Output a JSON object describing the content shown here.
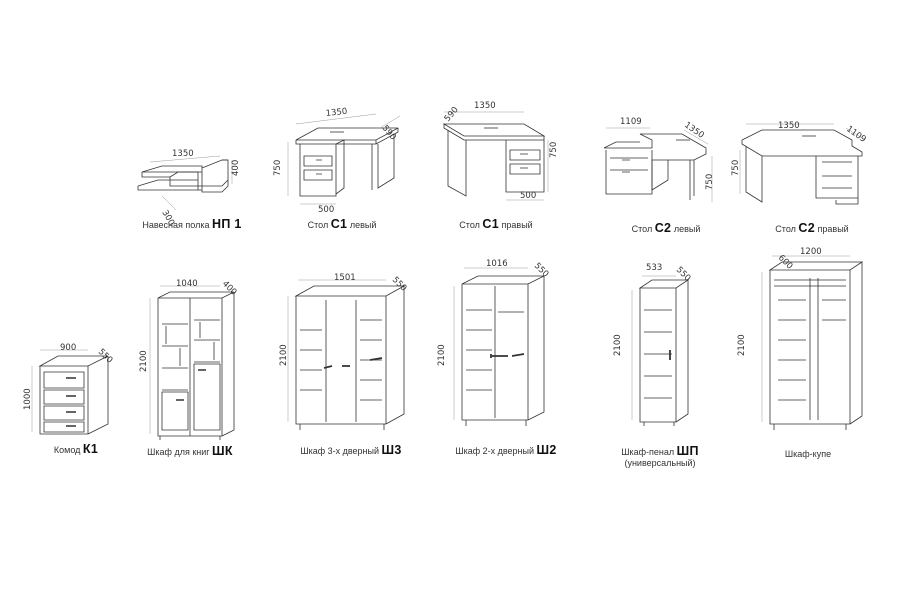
{
  "items": [
    {
      "id": "np1",
      "caption": "Навесная полка",
      "code": "НП 1",
      "dims": [
        "1350",
        "400",
        "300"
      ]
    },
    {
      "id": "c1-left",
      "caption": "Стол",
      "code": "С1",
      "suffix": "левый",
      "dims": [
        "1350",
        "590",
        "750",
        "500"
      ]
    },
    {
      "id": "c1-right",
      "caption": "Стол",
      "code": "С1",
      "suffix": "правый",
      "dims": [
        "1350",
        "590",
        "750",
        "500"
      ]
    },
    {
      "id": "c2-left",
      "caption": "Стол",
      "code": "С2",
      "suffix": "левый",
      "dims": [
        "1109",
        "1350",
        "750"
      ]
    },
    {
      "id": "c2-right",
      "caption": "Стол",
      "code": "С2",
      "suffix": "правый",
      "dims": [
        "1350",
        "1109",
        "750"
      ]
    },
    {
      "id": "k1",
      "caption": "Комод",
      "code": "К1",
      "dims": [
        "900",
        "550",
        "1000"
      ]
    },
    {
      "id": "shk",
      "caption": "Шкаф для книг",
      "code": "ШК",
      "dims": [
        "1040",
        "400",
        "2100"
      ]
    },
    {
      "id": "sh3",
      "caption": "Шкаф 3-х дверный",
      "code": "Ш3",
      "dims": [
        "1501",
        "550",
        "2100"
      ]
    },
    {
      "id": "sh2",
      "caption": "Шкаф 2-х дверный",
      "code": "Ш2",
      "dims": [
        "1016",
        "550",
        "2100"
      ]
    },
    {
      "id": "shp",
      "caption": "Шкаф-пенал",
      "code": "ШП",
      "sub": "(универсальный)",
      "dims": [
        "533",
        "550",
        "2100"
      ]
    },
    {
      "id": "kupe",
      "caption": "Шкаф-купе",
      "code": "",
      "dims": [
        "1200",
        "600",
        "2100"
      ]
    }
  ]
}
